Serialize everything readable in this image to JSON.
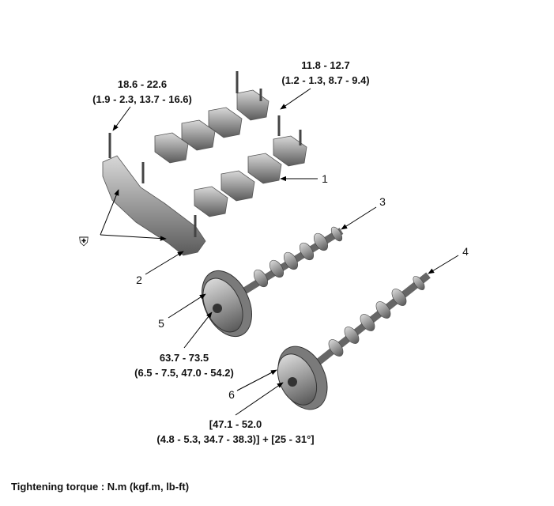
{
  "torques": {
    "cap_bolt_front": {
      "line1": "18.6 - 22.6",
      "line2": "(1.9 - 2.3, 13.7 - 16.6)"
    },
    "cap_bolt_rear": {
      "line1": "11.8 - 12.7",
      "line2": "(1.2 - 1.3, 8.7 - 9.4)"
    },
    "cvvt_intake": {
      "line1": "63.7 - 73.5",
      "line2": "(6.5 - 7.5, 47.0 - 54.2)"
    },
    "cvvt_exhaust": {
      "line1": "[47.1 - 52.0",
      "line2": "(4.8 - 5.3, 34.7 - 38.3)] + [25 - 31°]"
    }
  },
  "callouts": {
    "c1": "1",
    "c2": "2",
    "c3": "3",
    "c4": "4",
    "c5": "5",
    "c6": "6"
  },
  "footer": "Tightening torque : N.m (kgf.m, lb-ft)",
  "icons": {
    "oil": "oil-can-icon"
  }
}
